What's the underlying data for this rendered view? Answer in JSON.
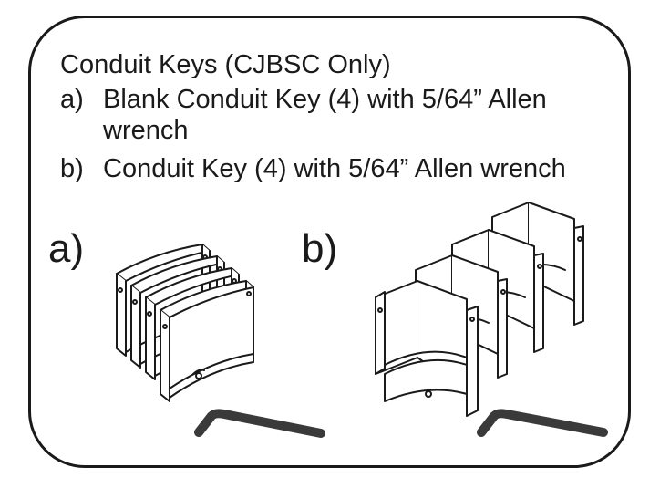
{
  "title": "Conduit Keys (CJBSC Only)",
  "items": [
    {
      "label": "a)",
      "text_line1": "Blank Conduit Key (4) with 5/64” Allen",
      "text_line2": "wrench"
    },
    {
      "label": "b)",
      "text_line1": "Conduit Key (4) with 5/64” Allen wrench"
    }
  ],
  "figures": [
    {
      "label": "a)",
      "icon": "blank-conduit-key-stack"
    },
    {
      "label": "b)",
      "icon": "conduit-key-stack"
    }
  ],
  "wrench_icon": "allen-wrench-icon",
  "colors": {
    "line": "#1a1a1a",
    "wrench": "#3a3a3a",
    "background": "#ffffff"
  }
}
